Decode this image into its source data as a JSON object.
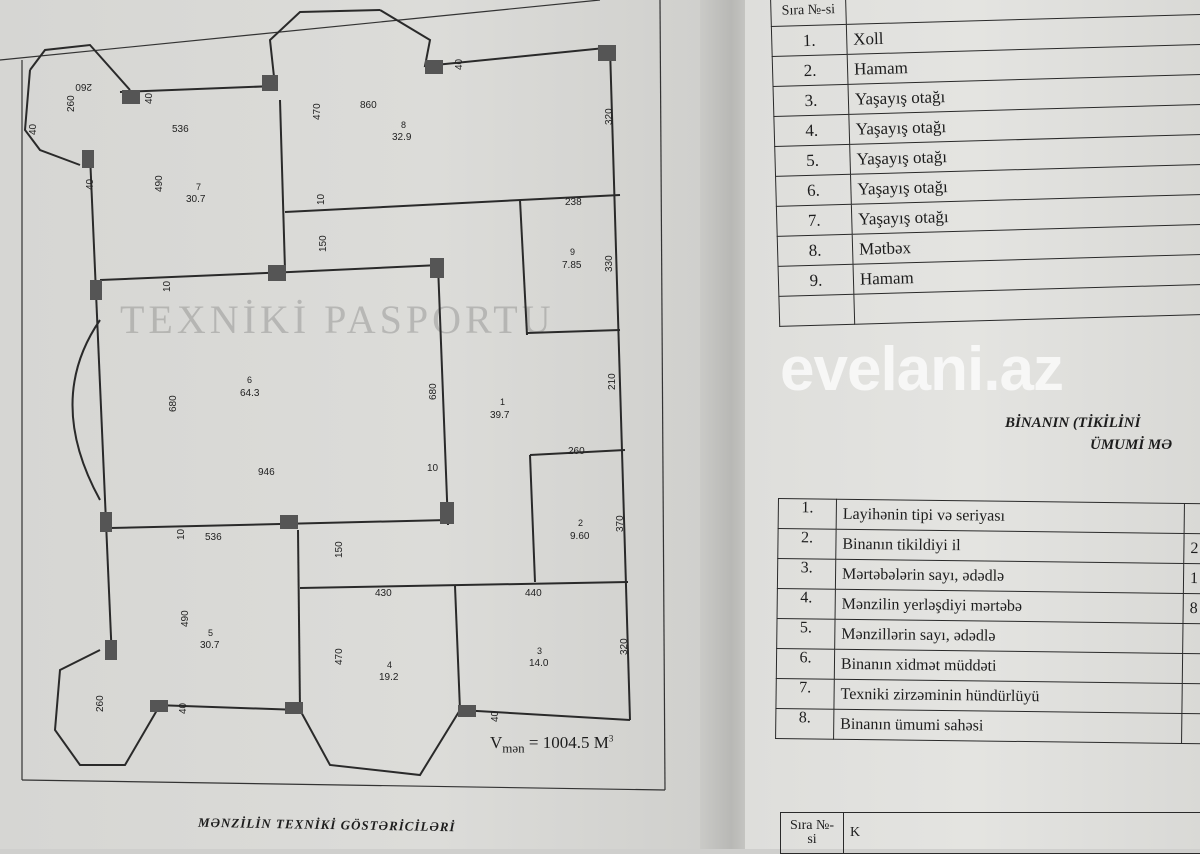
{
  "watermark": "evelani.az",
  "plan": {
    "background_title": "TEXNİKİ PASPORTU",
    "volume_label": "V",
    "volume_sub": "mən",
    "volume_value": "= 1004.5  M",
    "volume_unit_sup": "3",
    "caption": "MƏNZİLİN  TEXNİKİ  GÖSTƏRİCİLƏRİ",
    "rooms": [
      {
        "number": "1",
        "area": "39.7"
      },
      {
        "number": "2",
        "area": "9.60"
      },
      {
        "number": "3",
        "area": "14.0"
      },
      {
        "number": "4",
        "area": "19.2"
      },
      {
        "number": "5",
        "area": "30.7"
      },
      {
        "number": "6",
        "area": "64.3"
      },
      {
        "number": "7",
        "area": "30.7"
      },
      {
        "number": "8",
        "area": "32.9"
      },
      {
        "number": "9",
        "area": "7.85"
      }
    ],
    "dimensions": {
      "d260a": "260",
      "d260b": "260",
      "d260c": "260",
      "d260d": "260",
      "d40a": "40",
      "d40b": "40",
      "d40c": "40",
      "d40d": "40",
      "d40e": "40",
      "d40f": "40",
      "d536a": "536",
      "d536b": "536",
      "d860": "860",
      "d470a": "470",
      "d470b": "470",
      "d320a": "320",
      "d320b": "320",
      "d490a": "490",
      "d490b": "490",
      "d10a": "10",
      "d10b": "10",
      "d10c": "10",
      "d10d": "10",
      "d150a": "150",
      "d150b": "150",
      "d238": "238",
      "d330": "330",
      "d210": "210",
      "d680a": "680",
      "d680b": "680",
      "d946": "946",
      "d370": "370",
      "d430": "430",
      "d440": "440"
    }
  },
  "rooms_table": {
    "header_number": "Sıra №-si",
    "rows": [
      {
        "number": "1.",
        "name": "Xoll"
      },
      {
        "number": "2.",
        "name": "Hamam"
      },
      {
        "number": "3.",
        "name": "Yaşayış otağı"
      },
      {
        "number": "4.",
        "name": "Yaşayış otağı"
      },
      {
        "number": "5.",
        "name": "Yaşayış otağı"
      },
      {
        "number": "6.",
        "name": "Yaşayış otağı"
      },
      {
        "number": "7.",
        "name": "Yaşayış otağı"
      },
      {
        "number": "8.",
        "name": "Mətbəx"
      },
      {
        "number": "9.",
        "name": "Hamam"
      }
    ]
  },
  "building_section": {
    "title_line1": "BİNANIN  (TİKİLİNİ",
    "title_line2": "ÜMUMİ  MƏ",
    "rows": [
      {
        "number": "1.",
        "label": "Layihənin tipi və seriyası",
        "value": ""
      },
      {
        "number": "2.",
        "label": "Binanın tikildiyi il",
        "value": "2"
      },
      {
        "number": "3.",
        "label": "Mərtəbələrin sayı, ədədlə",
        "value": "1"
      },
      {
        "number": "4.",
        "label": "Mənzilin yerləşdiyi mərtəbə",
        "value": "8"
      },
      {
        "number": "5.",
        "label": "Mənzillərin sayı, ədədlə",
        "value": ""
      },
      {
        "number": "6.",
        "label": "Binanın xidmət müddəti",
        "value": ""
      },
      {
        "number": "7.",
        "label": "Texniki zirzəminin hündürlüyü",
        "value": ""
      },
      {
        "number": "8.",
        "label": "Binanın ümumi sahəsi",
        "value": ""
      }
    ]
  },
  "bottom_table": {
    "header_number": "Sıra №-si",
    "header_name": "K"
  }
}
